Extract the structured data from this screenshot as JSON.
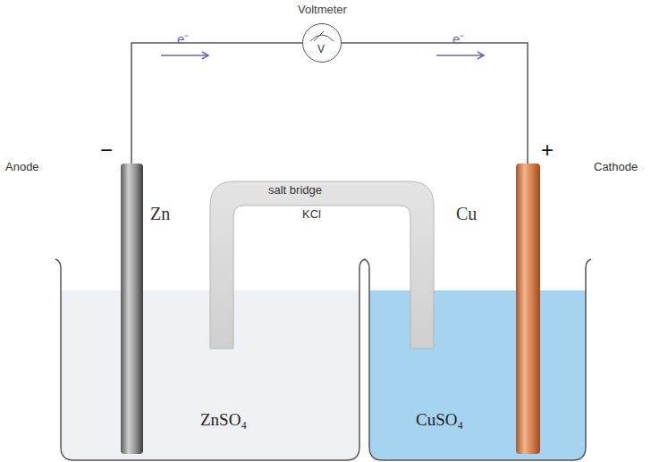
{
  "diagram": {
    "nodes": [
      {
        "text": [
          "Voltmeter",
          "V"
        ]
      },
      {
        "text": [
          "ZnSO₄"
        ]
      },
      {
        "text": [
          "CuSO₄"
        ]
      }
    ],
    "labels": [
      "e⁻",
      "e⁻",
      "Anode",
      "−",
      "Zn",
      "salt bridge",
      "KCl",
      "Cu",
      "+",
      "Cathode"
    ]
  }
}
